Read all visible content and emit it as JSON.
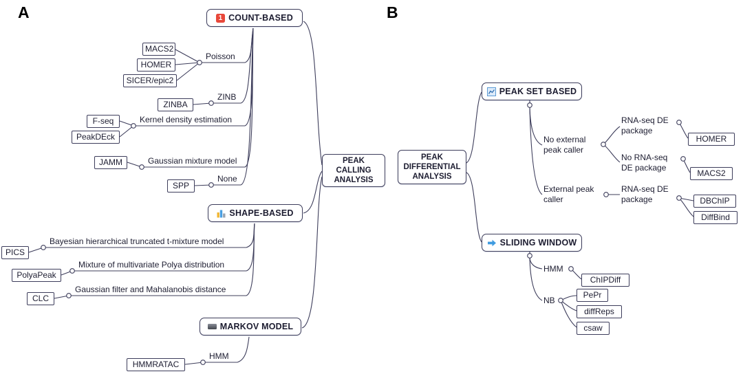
{
  "colors": {
    "line": "#3c3c5a",
    "text": "#1c1c30",
    "count_badge_red": "#e8483a",
    "icon_blue": "#4a9fe0",
    "icon_yellow": "#f2b632"
  },
  "panel_a": {
    "label": "A",
    "center": {
      "lines": [
        "PEAK",
        "CALLING",
        "ANALYSIS"
      ]
    },
    "count_based": {
      "title": "COUNT-BASED",
      "icon": "red-one-badge",
      "icon_glyph": "1",
      "poisson": {
        "method": "Poisson",
        "tools": [
          "MACS2",
          "HOMER",
          "SICER/epic2"
        ]
      },
      "zinb": {
        "method": "ZINB",
        "tools": [
          "ZINBA"
        ]
      },
      "kde": {
        "method": "Kernel density estimation",
        "tools": [
          "F-seq",
          "PeakDEck"
        ]
      },
      "gmm": {
        "method": "Gaussian mixture model",
        "tools": [
          "JAMM"
        ]
      },
      "none": {
        "method": "None",
        "tools": [
          "SPP"
        ]
      }
    },
    "shape_based": {
      "title": "SHAPE-BASED",
      "icon": "bar-chart",
      "bayes": {
        "method": "Bayesian hierarchical truncated t-mixture model",
        "tools": [
          "PICS"
        ]
      },
      "polya": {
        "method": "Mixture of multivariate Polya distribution",
        "tools": [
          "PolyaPeak"
        ]
      },
      "gaussian_filter": {
        "method": "Gaussian filter and Mahalanobis distance",
        "tools": [
          "CLC"
        ]
      }
    },
    "markov_model": {
      "title": "MARKOV MODEL",
      "icon": "gray-bar",
      "hmm": {
        "method": "HMM",
        "tools": [
          "HMMRATAC"
        ]
      }
    }
  },
  "panel_b": {
    "label": "B",
    "center": {
      "lines": [
        "PEAK",
        "DIFFERENTIAL",
        "ANALYSIS"
      ]
    },
    "peak_set_based": {
      "title": "PEAK SET BASED",
      "icon": "line-chart",
      "no_external": {
        "label": "No external peak caller",
        "rnaseq_de": {
          "label": "RNA-seq DE package",
          "tools": [
            "HOMER"
          ]
        },
        "no_rnaseq_de": {
          "label": "No RNA-seq DE package",
          "tools": [
            "MACS2"
          ]
        }
      },
      "external": {
        "label": "External peak caller",
        "rnaseq_de": {
          "label": "RNA-seq DE package",
          "tools": [
            "DBChIP",
            "DiffBind"
          ]
        }
      }
    },
    "sliding_window": {
      "title": "SLIDING WINDOW",
      "icon": "blue-right-arrow",
      "hmm": {
        "label": "HMM",
        "tools": [
          "ChIPDiff"
        ]
      },
      "nb": {
        "label": "NB",
        "tools": [
          "PePr",
          "diffReps",
          "csaw"
        ]
      }
    }
  }
}
